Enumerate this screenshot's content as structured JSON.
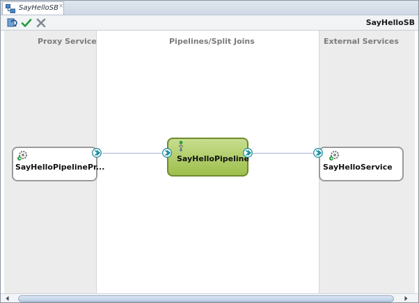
{
  "tab": {
    "label": "SayHelloSB",
    "close_glyph": "×",
    "icon": "service-bus-project-icon"
  },
  "toolbar": {
    "buttons": [
      {
        "name": "refresh-icon"
      },
      {
        "name": "validate-checkmark-icon"
      },
      {
        "name": "delete-x-icon"
      }
    ],
    "title": "SayHelloSB"
  },
  "lanes": {
    "proxy": "Proxy Services",
    "pipelines": "Pipelines/Split Joins",
    "external": "External Services"
  },
  "nodes": {
    "proxy": {
      "label": "SayHelloPipelinePr...",
      "icon": "proxy-service-gear-icon"
    },
    "pipeline": {
      "label": "SayHelloPipeline",
      "icon": "pipeline-flow-icon"
    },
    "external": {
      "label": "SayHelloService",
      "icon": "business-service-gear-icon"
    }
  },
  "colors": {
    "pipeline_fill": "#aaca5f",
    "port_teal": "#1f8fa0",
    "connector": "#aeb3d6",
    "lane_gray": "#ececec"
  }
}
